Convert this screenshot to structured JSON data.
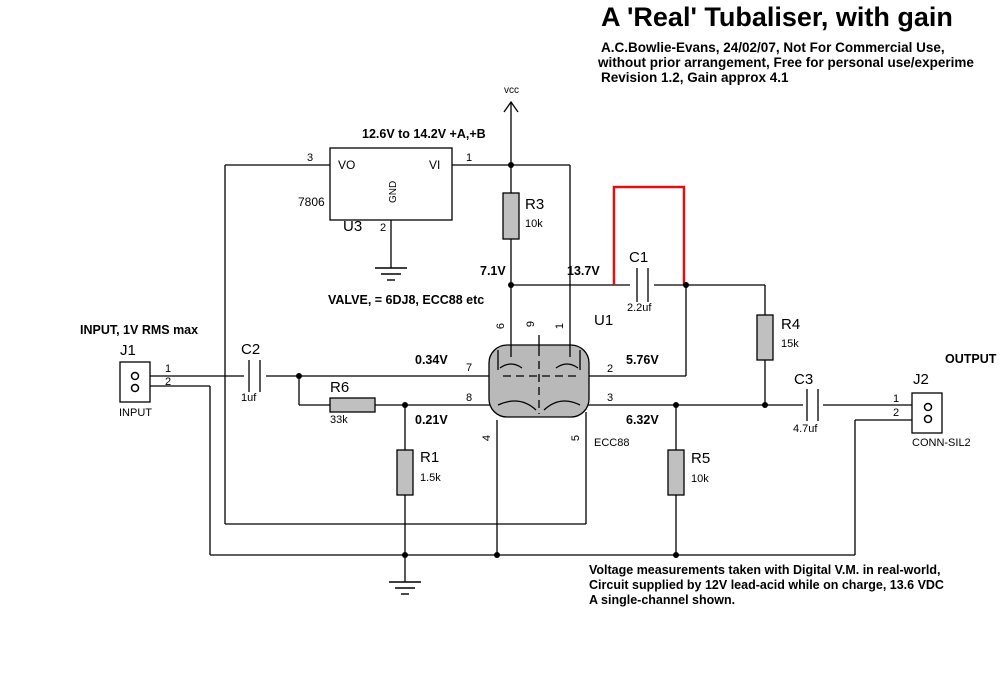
{
  "title": "A 'Real' Tubaliser, with gain",
  "author_lines": [
    " A.C.Bowlie-Evans, 24/02/07, Not For Commercial Use,",
    "without prior arrangement, Free for personal use/experime",
    "Revision 1.2, Gain approx 4.1"
  ],
  "supply": {
    "vcc": "vcc",
    "range": "12.6V to 14.2V +A,+B"
  },
  "regulator": {
    "ref": "U3",
    "part": "7806",
    "vo": "VO",
    "vi": "VI",
    "gnd": "GND",
    "pin_vo": "3",
    "pin_vi": "1",
    "pin_gnd": "2"
  },
  "valve": {
    "ref": "U1",
    "part": "ECC88",
    "note": "VALVE, = 6DJ8, ECC88 etc",
    "pins": {
      "p1": "1",
      "p2": "2",
      "p3": "3",
      "p4": "4",
      "p5": "5",
      "p6": "6",
      "p7": "7",
      "p8": "8",
      "p9": "9"
    }
  },
  "input": {
    "heading": "INPUT, 1V RMS max",
    "ref": "J1",
    "part": "INPUT",
    "pin1": "1",
    "pin2": "2"
  },
  "output": {
    "heading": "OUTPUT",
    "ref": "J2",
    "part": "CONN-SIL2",
    "pin1": "1",
    "pin2": "2"
  },
  "components": {
    "c1": {
      "ref": "C1",
      "value": "2.2uf"
    },
    "c2": {
      "ref": "C2",
      "value": "1uf"
    },
    "c3": {
      "ref": "C3",
      "value": "4.7uf"
    },
    "r1": {
      "ref": "R1",
      "value": "1.5k"
    },
    "r3": {
      "ref": "R3",
      "value": "10k"
    },
    "r4": {
      "ref": "R4",
      "value": "15k"
    },
    "r5": {
      "ref": "R5",
      "value": "10k"
    },
    "r6": {
      "ref": "R6",
      "value": "33k"
    }
  },
  "voltages": {
    "v_r3": "7.1V",
    "v_supply": "13.7V",
    "v_grid1": "0.34V",
    "v_cath1": "0.21V",
    "v_anode2": "5.76V",
    "v_cath2": "6.32V"
  },
  "notes": [
    "Voltage measurements taken with Digital V.M. in real-world,",
    "Circuit supplied by 12V lead-acid while on charge, 13.6 VDC",
    "A single-channel shown."
  ],
  "colors": {
    "wire": "#000000",
    "highlight": "#e01010",
    "component_fill": "#c0c0c0",
    "tube_fill": "#b9b9b9"
  }
}
